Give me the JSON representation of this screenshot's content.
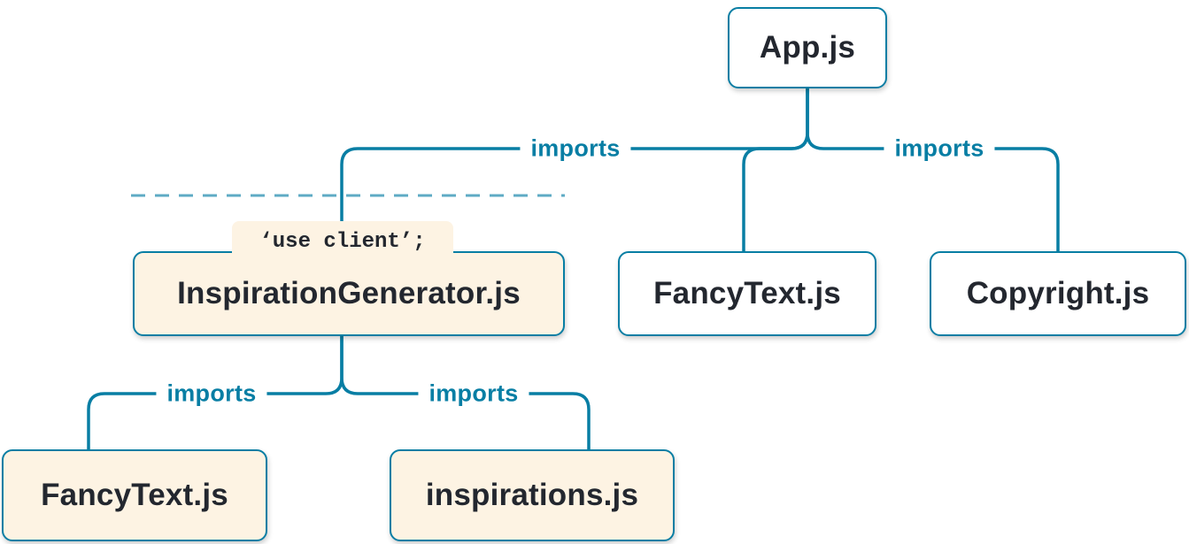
{
  "colors": {
    "page_bg": "#ffffff",
    "line": "#087ea4",
    "node_border": "#087ea4",
    "node_text": "#23272f",
    "imports_color": "#087ea4",
    "client_bg": "#fdf3e3",
    "server_bg": "#ffffff"
  },
  "nodes": [
    {
      "id": "app",
      "label": "App.js",
      "type": "server"
    },
    {
      "id": "inspiration-generator",
      "label": "InspirationGenerator.js",
      "type": "client",
      "directive": "‘use client’;"
    },
    {
      "id": "fancy-text-top",
      "label": "FancyText.js",
      "type": "server"
    },
    {
      "id": "copyright",
      "label": "Copyright.js",
      "type": "server"
    },
    {
      "id": "fancy-text-bottom",
      "label": "FancyText.js",
      "type": "client"
    },
    {
      "id": "inspirations",
      "label": "inspirations.js",
      "type": "client"
    }
  ],
  "edges": [
    {
      "from": "App.js",
      "to": "InspirationGenerator.js",
      "label": "imports"
    },
    {
      "from": "App.js",
      "to": "FancyText.js"
    },
    {
      "from": "App.js",
      "to": "Copyright.js",
      "label": "imports"
    },
    {
      "from": "InspirationGenerator.js",
      "to": "FancyText.js",
      "label": "imports"
    },
    {
      "from": "InspirationGenerator.js",
      "to": "inspirations.js",
      "label": "imports"
    }
  ]
}
